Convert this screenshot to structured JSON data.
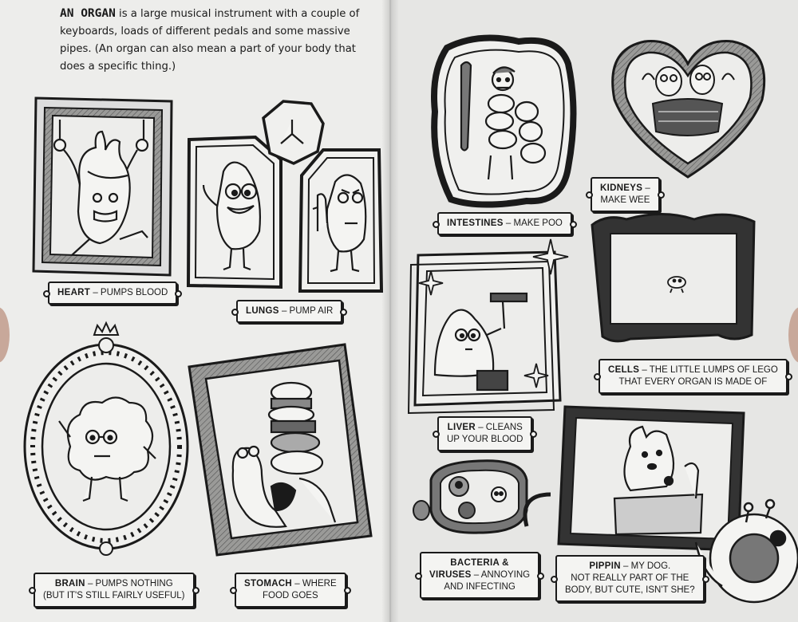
{
  "intro": {
    "term": "AN ORGAN",
    "text": " is a large musical instrument with a couple of keyboards, loads of different pedals and some massive pipes. (An organ can also mean a part of your body that does a specific thing.)"
  },
  "labels": {
    "heart": {
      "name": "HEART",
      "desc": " – PUMPS BLOOD"
    },
    "lungs": {
      "name": "LUNGS",
      "desc": " – PUMP AIR"
    },
    "brain": {
      "name": "BRAIN",
      "desc": " – PUMPS NOTHING",
      "desc2": "(BUT IT'S STILL FAIRLY USEFUL)"
    },
    "stomach": {
      "name": "STOMACH",
      "desc": " – WHERE",
      "desc2": "FOOD GOES"
    },
    "intestines": {
      "name": "INTESTINES",
      "desc": " – MAKE POO"
    },
    "kidneys": {
      "name": "KIDNEYS",
      "desc": " –",
      "desc2": "MAKE WEE"
    },
    "cells": {
      "name": "CELLS",
      "desc": " – THE LITTLE LUMPS OF LEGO",
      "desc2": "THAT EVERY ORGAN IS MADE OF"
    },
    "liver": {
      "name": "LIVER",
      "desc": " – CLEANS",
      "desc2": "UP YOUR BLOOD"
    },
    "bacteria": {
      "name": "BACTERIA &",
      "name2": "VIRUSES",
      "desc": " – ANNOYING",
      "desc2": "AND INFECTING"
    },
    "pippin": {
      "name": "PIPPIN",
      "desc": " – MY DOG.",
      "desc2": "NOT REALLY PART OF THE",
      "desc3": "BODY, BUT CUTE, ISN'T SHE?"
    }
  },
  "colors": {
    "ink": "#1a1a1a",
    "paper_left": "#ededeb",
    "paper_right": "#e6e6e4",
    "frame_fill": "#8a8a88"
  },
  "icons": [
    "heart-character",
    "lungs-characters",
    "brain-character",
    "stomach-character",
    "intestines-character",
    "kidneys-characters",
    "cell-character",
    "liver-character",
    "bacteria-characters",
    "dog-pippin",
    "robot"
  ]
}
